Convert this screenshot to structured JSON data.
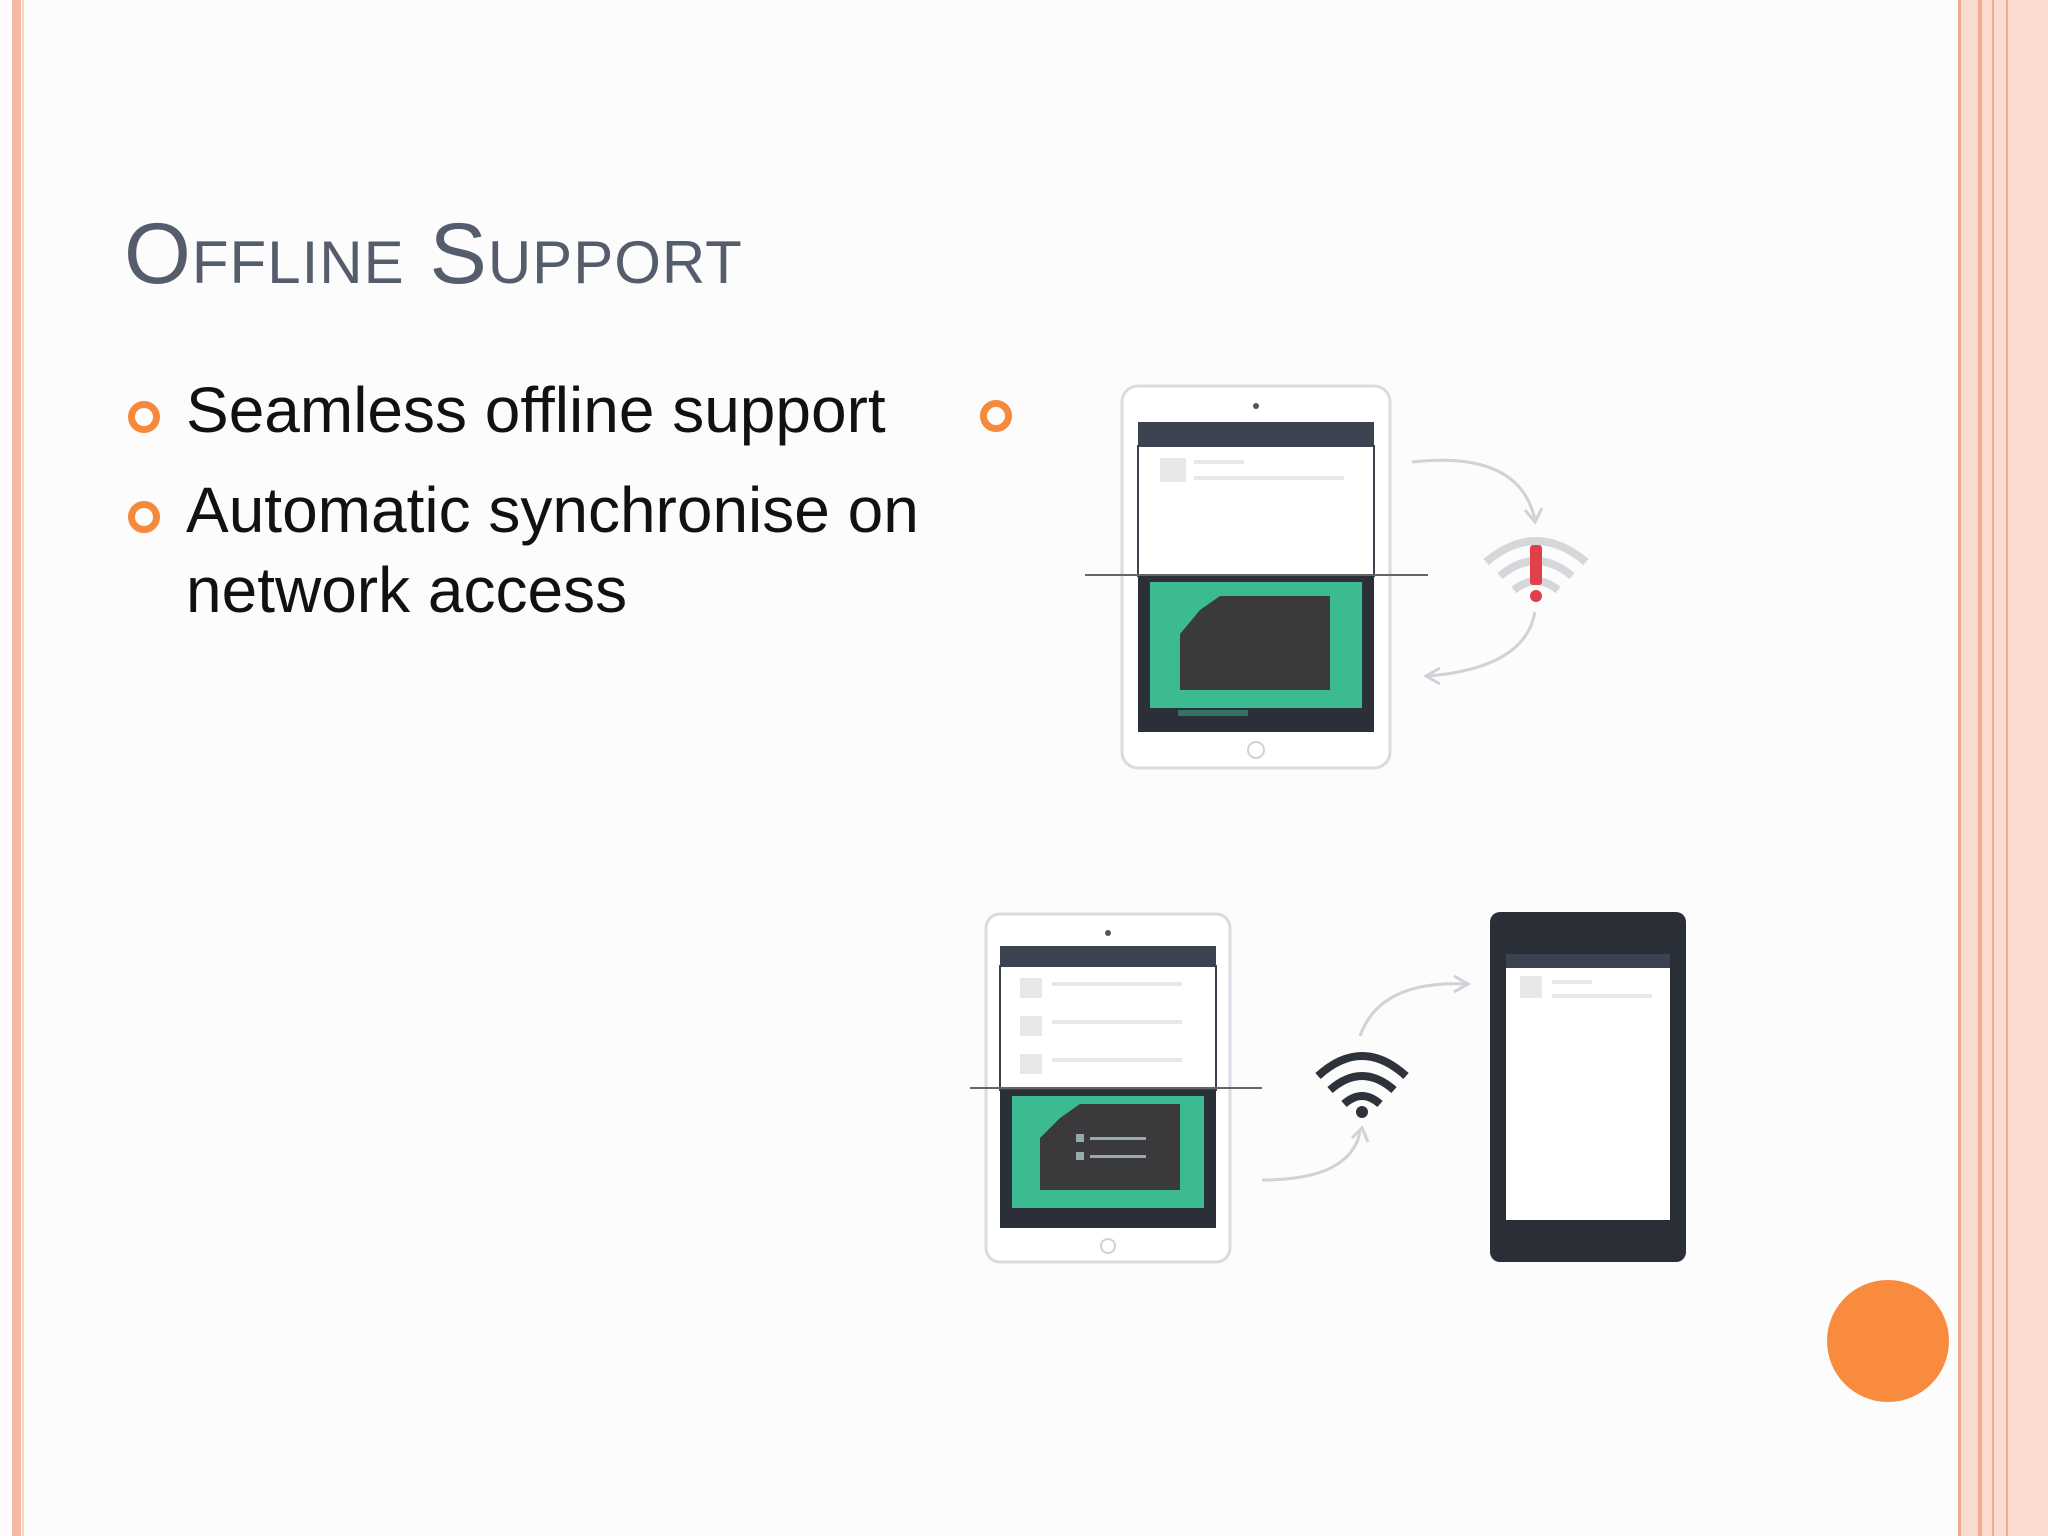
{
  "slide": {
    "title": "Offline Support",
    "bullets": [
      {
        "text": "Seamless offline support"
      },
      {
        "text": "Automatic synchronise on network access"
      }
    ],
    "illustration": {
      "icons": [
        "tablet-icon",
        "wifi-warning-icon",
        "wifi-icon",
        "phone-icon"
      ]
    }
  },
  "colors": {
    "accent": "#f58a3c",
    "title": "#555c6b",
    "border": "#f5b8a2",
    "device_green": "#3cba92",
    "device_dark": "#2a2e36"
  }
}
